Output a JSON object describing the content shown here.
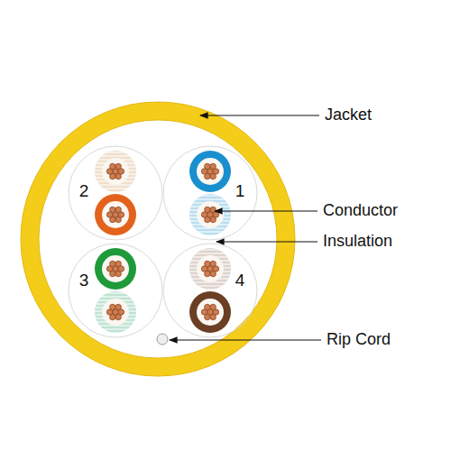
{
  "diagram": {
    "labels": [
      "Jacket",
      "2",
      "1",
      "Conductor",
      "Insulation",
      "3",
      "4",
      "Rip Cord"
    ]
  }
}
